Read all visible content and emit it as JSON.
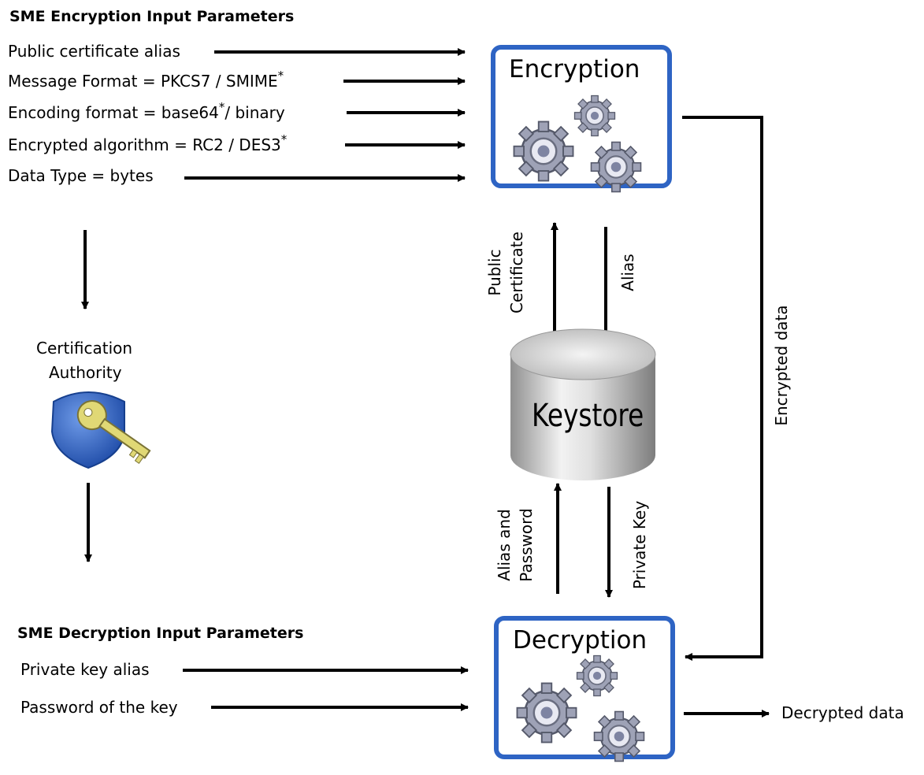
{
  "encryption_params": {
    "title": "SME Encryption Input Parameters",
    "items": [
      {
        "text": "Public certificate alias",
        "sup": ""
      },
      {
        "text": "Message Format = PKCS7 / SMIME",
        "sup": "*"
      },
      {
        "text_a": "Encoding format =  base64",
        "sup": "*",
        "text_b": "/ binary"
      },
      {
        "text": "Encrypted algorithm =  RC2 / DES3",
        "sup": "*"
      },
      {
        "text": "Data Type = bytes",
        "sup": ""
      }
    ]
  },
  "decryption_params": {
    "title": "SME Decryption Input Parameters",
    "items": [
      "Private key alias",
      "Password of the key"
    ]
  },
  "certification_authority": {
    "line1": "Certification",
    "line2": "Authority"
  },
  "encryption_box": {
    "label": "Encryption"
  },
  "decryption_box": {
    "label": "Decryption"
  },
  "keystore": {
    "label": "Keystore"
  },
  "flows": {
    "public_certificate_line1": "Public",
    "public_certificate_line2": "Certificate",
    "alias": "Alias",
    "alias_password_line1": "Alias and",
    "alias_password_line2": "Password",
    "private_key": "Private Key",
    "encrypted_data": "Encrypted data",
    "decrypted_data": "Decrypted data"
  },
  "colors": {
    "box_border": "#2e64c4",
    "gear": "#8a8fa3",
    "shield": "#2b5bb8",
    "key": "#d8d070"
  },
  "icons": [
    "gears-icon",
    "shield-key-icon",
    "database-cylinder-icon"
  ]
}
